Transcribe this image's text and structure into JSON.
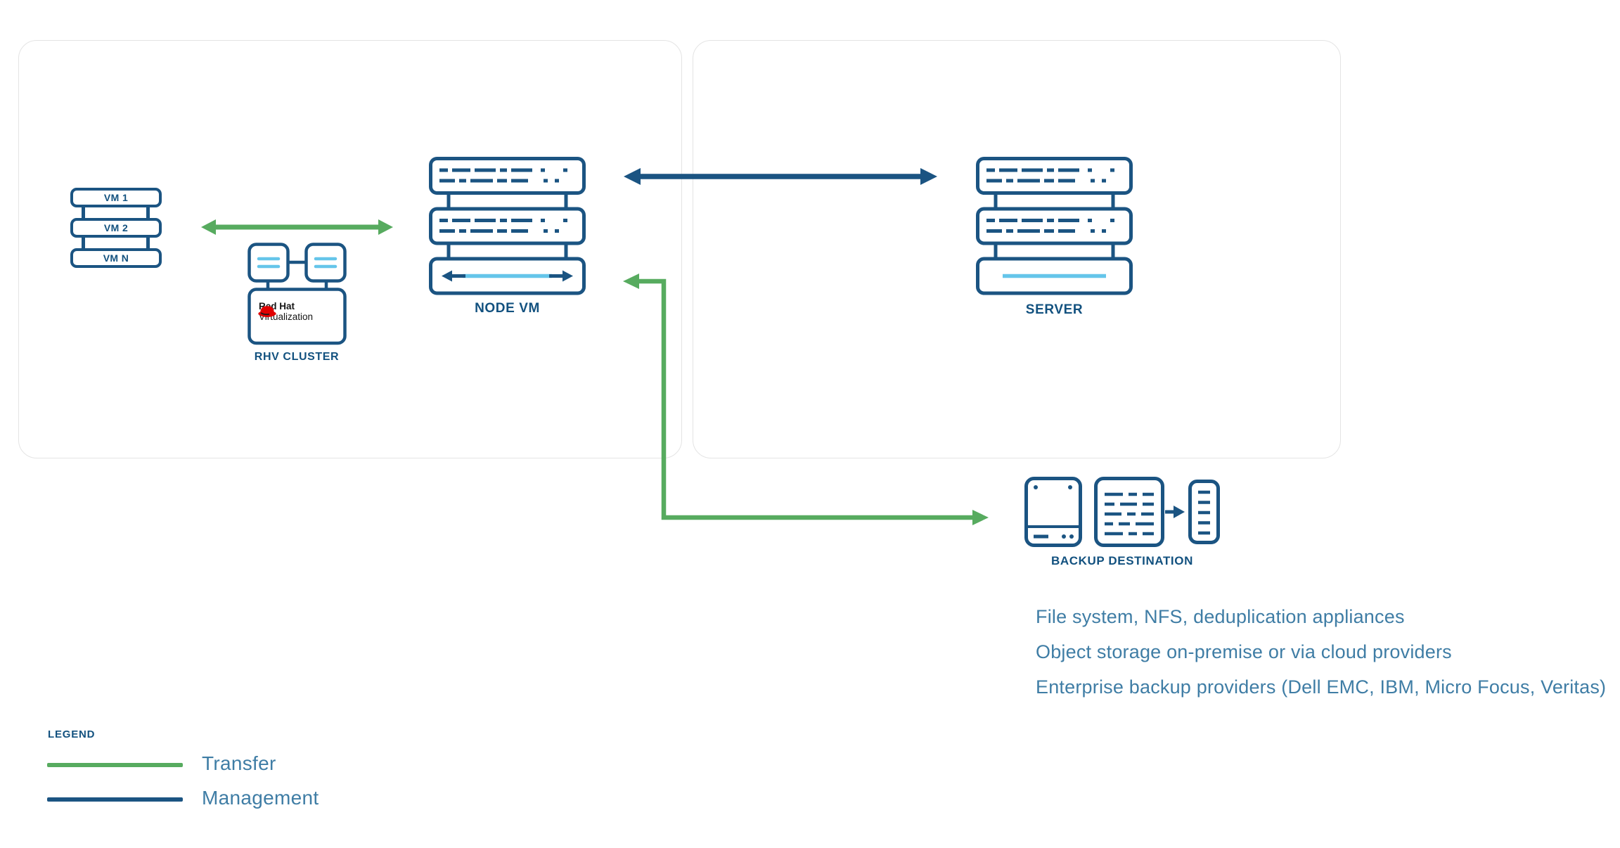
{
  "colors": {
    "navy": "#1b5482",
    "label_navy": "#12517f",
    "light_blue": "#65c5ea",
    "green": "#57ab5f",
    "steel_text": "#3f7da5",
    "red_hat_red": "#e00000",
    "panel_border": "#e4e4e4"
  },
  "vm_stack": {
    "items": [
      {
        "label": "VM 1"
      },
      {
        "label": "VM 2"
      },
      {
        "label": "VM N"
      }
    ]
  },
  "rhv_cluster": {
    "label": "RHV CLUSTER",
    "logo_line1": "Red Hat",
    "logo_line2": "Virtualization"
  },
  "node_vm": {
    "label": "NODE VM"
  },
  "server": {
    "label": "SERVER"
  },
  "backup_destination": {
    "label": "BACKUP DESTINATION",
    "notes": [
      "File system, NFS, deduplication appliances",
      "Object storage on-premise or via cloud providers",
      "Enterprise backup providers (Dell EMC, IBM, Micro Focus, Veritas)"
    ]
  },
  "legend": {
    "title": "LEGEND",
    "items": [
      {
        "label": "Transfer",
        "color": "#57ab5f"
      },
      {
        "label": "Management",
        "color": "#1b5482"
      }
    ]
  }
}
